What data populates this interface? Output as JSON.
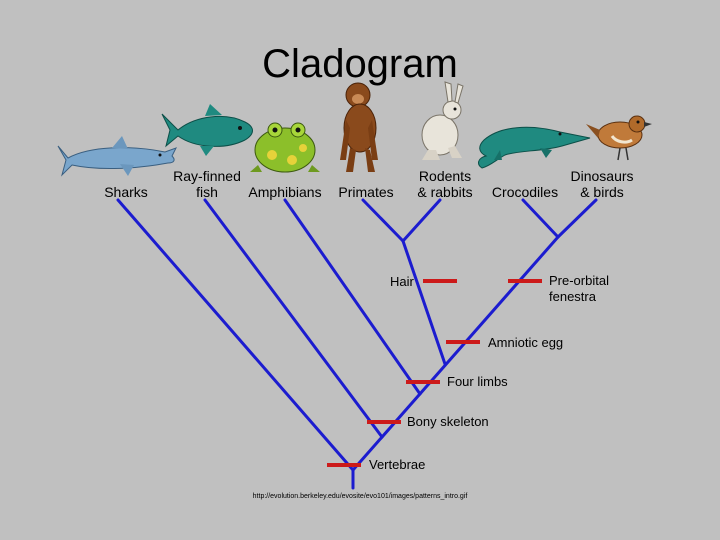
{
  "title": "Cladogram",
  "taxa": [
    {
      "line1": "Sharks",
      "line2": ""
    },
    {
      "line1": "Ray-finned",
      "line2": "fish"
    },
    {
      "line1": "Amphibians",
      "line2": ""
    },
    {
      "line1": "Primates",
      "line2": ""
    },
    {
      "line1": "Rodents",
      "line2": "& rabbits"
    },
    {
      "line1": "Crocodiles",
      "line2": ""
    },
    {
      "line1": "Dinosaurs",
      "line2": "& birds"
    }
  ],
  "traits": [
    {
      "line1": "Hair",
      "line2": ""
    },
    {
      "line1": "Pre-orbital",
      "line2": "fenestra"
    },
    {
      "line1": "Amniotic egg",
      "line2": ""
    },
    {
      "line1": "Four limbs",
      "line2": ""
    },
    {
      "line1": "Bony skeleton",
      "line2": ""
    },
    {
      "line1": "Vertebrae",
      "line2": ""
    }
  ],
  "source_url": "http://evolution.berkeley.edu/evosite/evo101/images/patterns_intro.gif",
  "colors": {
    "background": "#c0c0c0",
    "branch": "#1c1ccf",
    "trait_mark": "#cc1a1a"
  }
}
